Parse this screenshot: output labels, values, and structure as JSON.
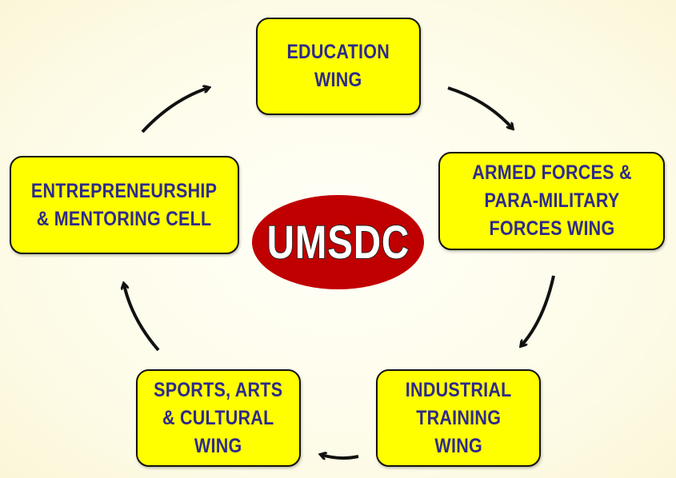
{
  "center": "UMSDC",
  "nodes": [
    {
      "id": "education",
      "label": "EDUCATION\nWING"
    },
    {
      "id": "armed",
      "label": "ARMED FORCES &\nPARA-MILITARY\nFORCES WING"
    },
    {
      "id": "industrial",
      "label": "INDUSTRIAL\nTRAINING\nWING"
    },
    {
      "id": "sports",
      "label": "SPORTS, ARTS\n& CULTURAL\nWING"
    },
    {
      "id": "entrepreneurship",
      "label": "ENTREPRENEURSHIP\n& MENTORING CELL"
    }
  ],
  "colors": {
    "box": "#ffff00",
    "text": "#2e2a8c",
    "center": "#c00000"
  }
}
